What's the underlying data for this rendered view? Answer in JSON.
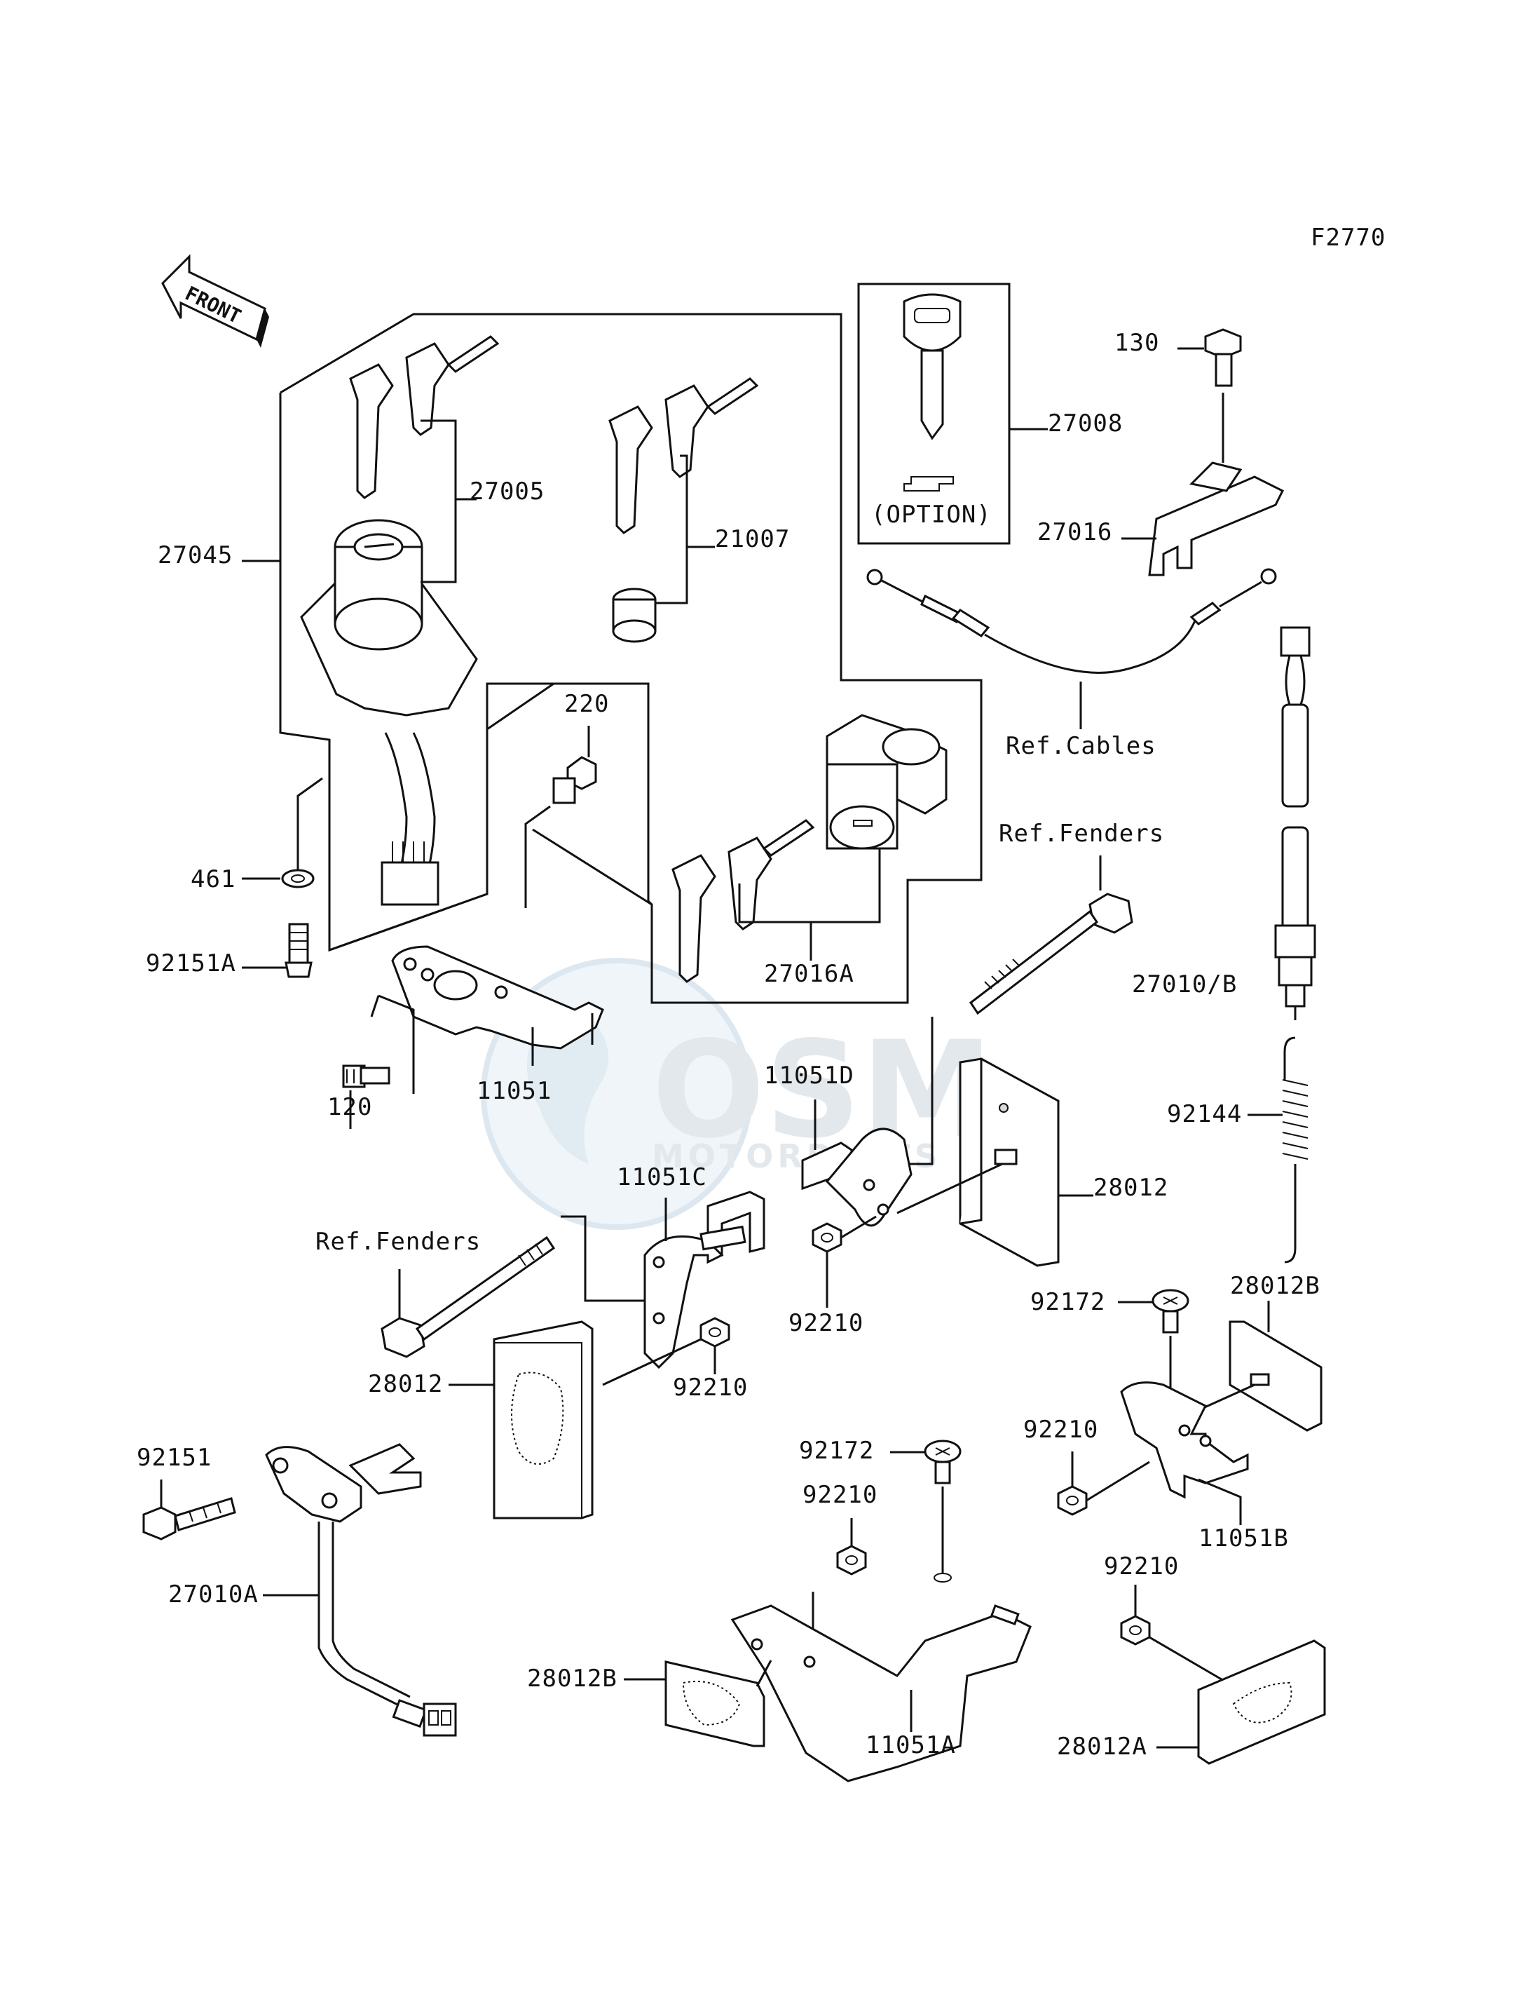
{
  "figure_code": "F2770",
  "front_arrow_label": "FRONT",
  "watermark": {
    "brand": "OSM",
    "sub": "MOTORPARTS"
  },
  "callouts": [
    {
      "id": "c-27005",
      "text": "27005"
    },
    {
      "id": "c-27045",
      "text": "27045"
    },
    {
      "id": "c-21007",
      "text": "21007"
    },
    {
      "id": "c-27008",
      "text": "27008"
    },
    {
      "id": "c-option",
      "text": "(OPTION)"
    },
    {
      "id": "c-130",
      "text": "130"
    },
    {
      "id": "c-27016",
      "text": "27016"
    },
    {
      "id": "c-refcables",
      "text": "Ref.Cables"
    },
    {
      "id": "c-220",
      "text": "220"
    },
    {
      "id": "c-461",
      "text": "461"
    },
    {
      "id": "c-92151A",
      "text": "92151A"
    },
    {
      "id": "c-reffenders1",
      "text": "Ref.Fenders"
    },
    {
      "id": "c-27016A",
      "text": "27016A"
    },
    {
      "id": "c-27010B",
      "text": "27010/B"
    },
    {
      "id": "c-120",
      "text": "120"
    },
    {
      "id": "c-11051",
      "text": "11051"
    },
    {
      "id": "c-11051D",
      "text": "11051D"
    },
    {
      "id": "c-92144",
      "text": "92144"
    },
    {
      "id": "c-11051C",
      "text": "11051C"
    },
    {
      "id": "c-28012r",
      "text": "28012"
    },
    {
      "id": "c-reffenders2",
      "text": "Ref.Fenders"
    },
    {
      "id": "c-92210a",
      "text": "92210"
    },
    {
      "id": "c-28012B1",
      "text": "28012B"
    },
    {
      "id": "c-92172a",
      "text": "92172"
    },
    {
      "id": "c-28012l",
      "text": "28012"
    },
    {
      "id": "c-92210b",
      "text": "92210"
    },
    {
      "id": "c-92210c",
      "text": "92210"
    },
    {
      "id": "c-92151",
      "text": "92151"
    },
    {
      "id": "c-92172b",
      "text": "92172"
    },
    {
      "id": "c-92210d",
      "text": "92210"
    },
    {
      "id": "c-27010A",
      "text": "27010A"
    },
    {
      "id": "c-11051B",
      "text": "11051B"
    },
    {
      "id": "c-92210e",
      "text": "92210"
    },
    {
      "id": "c-28012B2",
      "text": "28012B"
    },
    {
      "id": "c-11051A",
      "text": "11051A"
    },
    {
      "id": "c-28012A",
      "text": "28012A"
    }
  ]
}
